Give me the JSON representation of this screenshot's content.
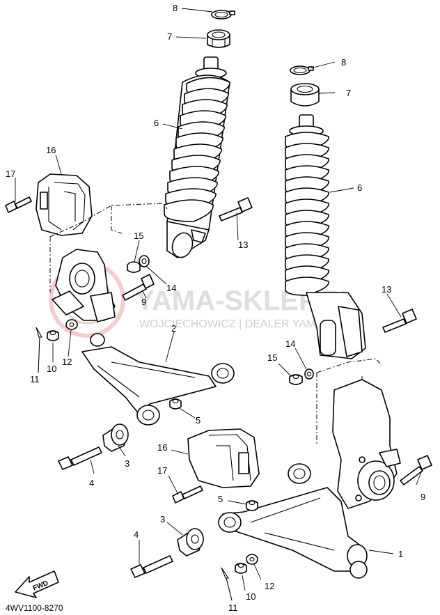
{
  "diagram_code": "4WV1100-8270",
  "fwd_label": "FWD",
  "watermark": {
    "title": "YAMA-SKLEP.PL",
    "subtitle": "WOJCIECHOWICZ | DEALER YAMAHA"
  },
  "callouts": {
    "c8a": "8",
    "c7a": "7",
    "c6a": "6",
    "c16a": "16",
    "c17a": "17",
    "c15a": "15",
    "c14a": "14",
    "c13a": "13",
    "c9a": "9",
    "c2": "2",
    "c10a": "10",
    "c12a": "12",
    "c11a": "11",
    "c5a": "5",
    "c3a": "3",
    "c4a": "4",
    "c8b": "8",
    "c7b": "7",
    "c6b": "6",
    "c13b": "13",
    "c14b": "14",
    "c15b": "15",
    "c16b": "16",
    "c17b": "17",
    "c9b": "9",
    "c5b": "5",
    "c3b": "3",
    "c4b": "4",
    "c1": "1",
    "c12b": "12",
    "c10b": "10",
    "c11b": "11"
  }
}
